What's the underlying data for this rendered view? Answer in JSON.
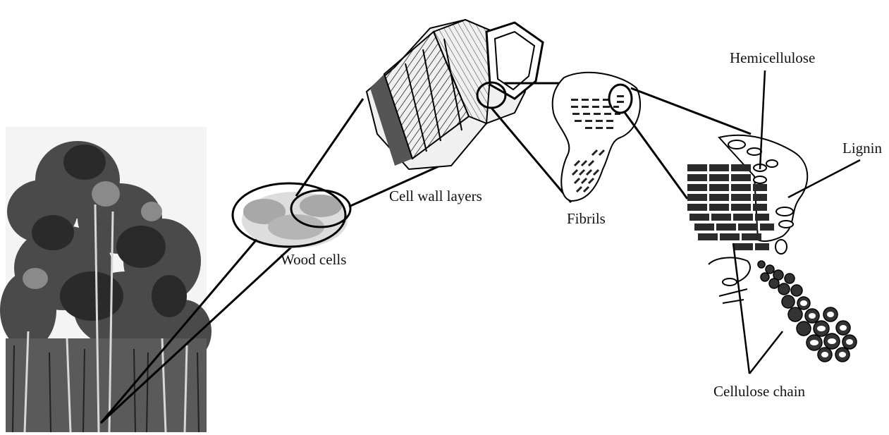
{
  "labels": {
    "wood_cells": "Wood cells",
    "cell_wall_layers": "Cell wall layers",
    "fibrils": "Fibrils",
    "hemicellulose": "Hemicellulose",
    "lignin": "Lignin",
    "cellulose_chain": "Cellulose chain"
  }
}
